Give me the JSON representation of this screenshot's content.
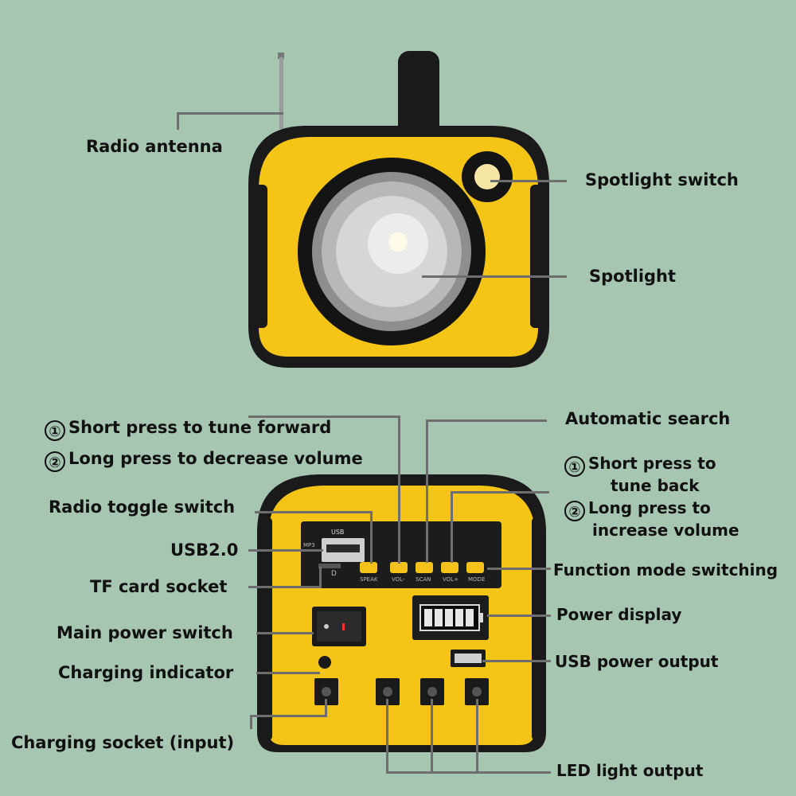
{
  "top_labels": {
    "radio_antenna": "Radio antenna",
    "spotlight_switch": "Spotlight switch",
    "spotlight": "Spotlight"
  },
  "bottom_labels": {
    "tune_forward_num": "①",
    "tune_forward": "Short press to tune forward",
    "decrease_volume_num": "②",
    "decrease_volume": "Long press to decrease volume",
    "automatic_search": "Automatic search",
    "tune_back_num": "①",
    "tune_back_line1": "Short press to",
    "tune_back_line2": "tune back",
    "increase_volume_num": "②",
    "increase_volume_line1": "Long press to",
    "increase_volume_line2": "increase volume",
    "radio_toggle": "Radio toggle switch",
    "usb20": "USB2.0",
    "tf_card": "TF card socket",
    "function_mode": "Function mode switching",
    "power_display": "Power display",
    "main_power": "Main power switch",
    "usb_power_output": "USB power output",
    "charging_indicator": "Charging indicator",
    "charging_socket": "Charging socket (input)",
    "led_output": "LED light output"
  },
  "panel_text": {
    "usb": "USB",
    "mp3": "MP3",
    "tf": "D",
    "btn1": "SPEAK",
    "btn2": "VOL-",
    "btn3": "SCAN",
    "btn4": "VOL+",
    "btn5": "MODE"
  }
}
